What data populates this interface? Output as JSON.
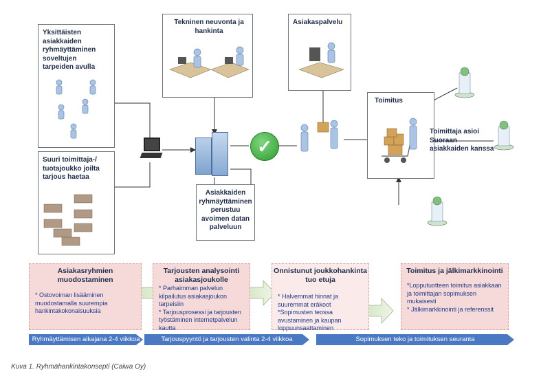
{
  "diagram": {
    "boxes": {
      "group_formation": "Yksittäisten asiakkaiden ryhmäyttäminen soveltujen tarpeiden avulla",
      "supplier_group": "Suuri toimittaja-/ tuotajoukko joilta tarjous haetaa",
      "tech_advice": "Tekninen neuvonta ja hankinta",
      "customer_service": "Asiakaspalvelu",
      "delivery": "Toimitus",
      "open_data": "Asiakkaiden ryhmäyttäminen perustuu avoimen datan palveluun",
      "supplier_direct": "Toimittaja asioi Suoraan asiakkaiden kanssa"
    },
    "icons": [
      "person-icon",
      "computer-icon",
      "server-icon",
      "checkmark-icon",
      "building-icon",
      "delivery-cart-icon"
    ]
  },
  "stages": [
    {
      "title": "Asiakasryhmien muodostaminen",
      "body": "* Ostovoiman lisääminen muodostamalla suurempia hankintakokonaisuuksia"
    },
    {
      "title": "Tarjousten analysointi asiakasjoukolle",
      "body": "* Parhaimman palvelun kilpailutus asiakasjoukon tarpeisiin\n* Tarjousprosessi ja tarjousten työstäminen internetpalvelun kautta"
    },
    {
      "title": "Onnistunut joukkohankinta tuo etuja",
      "body": "* Halvemmat hinnat ja suuremmat eräkoot\n*Sopimusten teossa avustaminen ja kaupan loppuunsaattaminen"
    },
    {
      "title": "Toimitus ja jälkimarkkinointi",
      "body": "*Lopputuotteen toimitus asiakkaan ja toimittajan sopimuksen mukaisesti\n* Jälkimarkkinointi ja referenssit"
    }
  ],
  "timeline": [
    "Ryhmäyttämisen aikajana 2-4 viikkoa",
    "Tarjouspyyntö ja tarjousten valinta 2-4 viikkoa",
    "Sopimuksen teko ja toimituksen seuranta"
  ],
  "caption": "Kuva 1. Ryhmähankintakonsepti (Caiwa Oy)",
  "colors": {
    "stage_bg": "#f6dada",
    "timeline_blue": "#4a78c2",
    "check_green": "#3fae3f",
    "text_navy": "#1f2d4a"
  }
}
